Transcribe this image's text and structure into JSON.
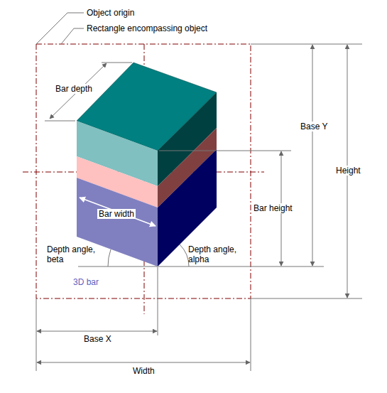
{
  "diagram": {
    "labels": [
      "Object origin",
      "Rectangle encompassing object",
      "Bar depth",
      "Base Y",
      "Height",
      "Bar height",
      "Bar width",
      "Depth angle, beta",
      "Depth angle, alpha",
      "3D bar",
      "Base X",
      "Width"
    ]
  }
}
